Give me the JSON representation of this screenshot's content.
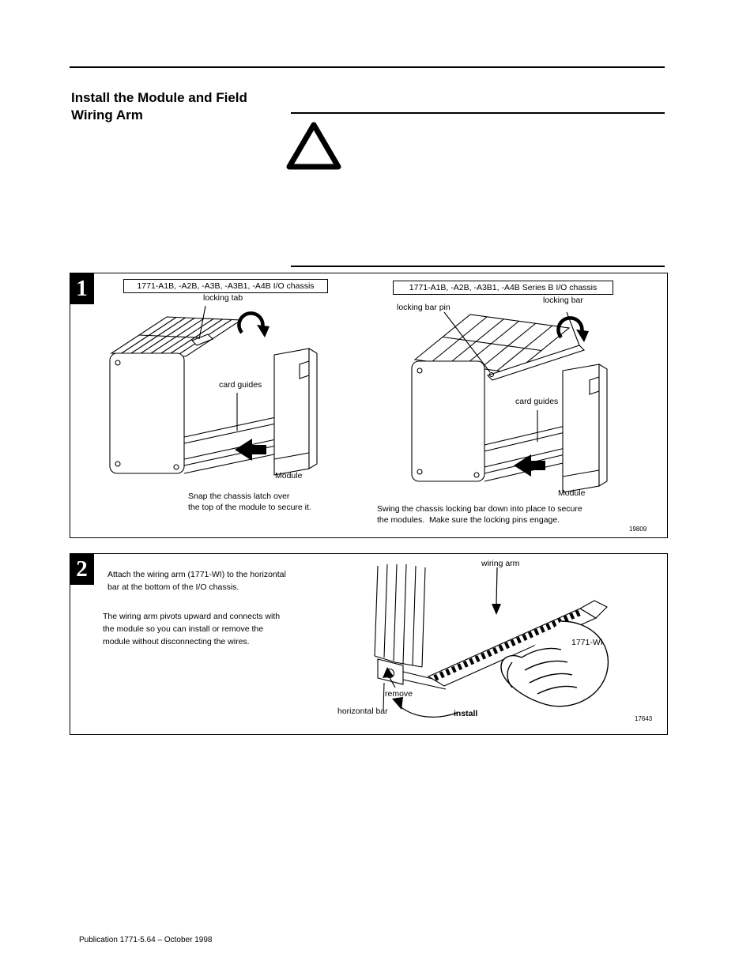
{
  "colors": {
    "ink": "#000000",
    "paper": "#ffffff"
  },
  "heading": {
    "lines": [
      "Install the Module and Field",
      "Wiring Arm"
    ]
  },
  "attention": {
    "icon": "warning-triangle"
  },
  "step1": {
    "number": "1",
    "left": {
      "chassis_label": "1771-A1B, -A2B, -A3B, -A3B1, -A4B I/O chassis",
      "locking_tab": "locking tab",
      "card_guides": "card guides",
      "module": "Module",
      "caption": [
        "Snap the chassis latch over",
        "the top of the module to secure it."
      ]
    },
    "right": {
      "chassis_label": "1771-A1B, -A2B, -A3B1, -A4B Series B I/O chassis",
      "locking_bar_pin": "locking bar pin",
      "locking_bar": "locking bar",
      "card_guides": "card guides",
      "module": "Module",
      "caption": [
        "Swing the chassis locking bar down into place to secure",
        "the modules.  Make sure the locking pins engage."
      ],
      "figure_number": "19809"
    }
  },
  "step2": {
    "number": "2",
    "paragraph1": [
      "Attach the wiring arm (1771-WI) to the horizontal",
      "bar at the bottom of the I/O chassis."
    ],
    "paragraph2": [
      "The wiring arm pivots upward and connects with",
      "the module so you can install or remove the",
      "module without disconnecting the wires."
    ],
    "labels": {
      "wiring_arm": "wiring arm",
      "part": "1771-WI",
      "remove": "remove",
      "horizontal_bar": "horizontal bar",
      "install": "install"
    },
    "figure_number": "17643"
  },
  "footer": {
    "text": "Publication 1771-5.64 – October 1998"
  }
}
